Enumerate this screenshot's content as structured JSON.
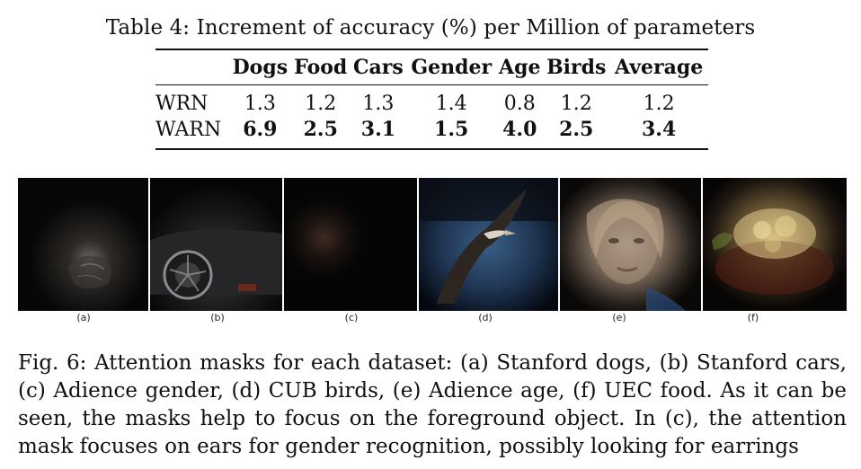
{
  "table": {
    "caption": "Table 4: Increment of accuracy (%) per Million of parameters",
    "headers": [
      "",
      "Dogs",
      "Food",
      "Cars",
      "Gender",
      "Age",
      "Birds",
      "Average"
    ],
    "rows": [
      {
        "name": "WRN",
        "values": [
          "1.3",
          "1.2",
          "1.3",
          "1.4",
          "0.8",
          "1.2",
          "1.2"
        ],
        "bold": false
      },
      {
        "name": "WARN",
        "values": [
          "6.9",
          "2.5",
          "3.1",
          "1.5",
          "4.0",
          "2.5",
          "3.4"
        ],
        "bold": true
      }
    ]
  },
  "figure": {
    "sublabels": [
      "(a)",
      "(b)",
      "(c)",
      "(d)",
      "(e)",
      "(f)"
    ],
    "caption": "Fig. 6: Attention masks for each dataset: (a) Stanford dogs, (b) Stanford cars, (c) Adience gender, (d) CUB birds, (e) Adience age, (f) UEC food. As it can be seen, the masks help to focus on the foreground object. In (c), the attention mask focuses on ears for gender recognition, possibly looking for earrings"
  }
}
